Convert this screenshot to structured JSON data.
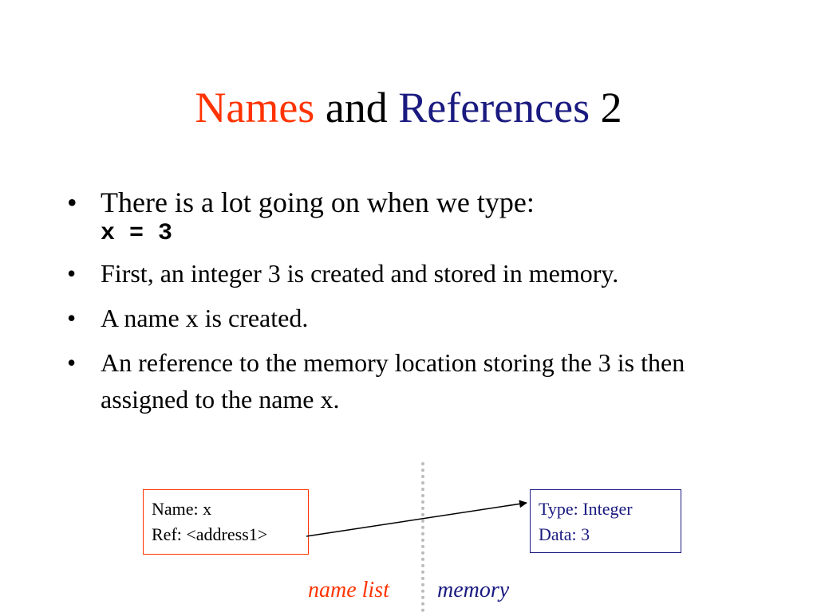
{
  "slide": {
    "title": {
      "part1": "Names",
      "part2": " and ",
      "part3": "References",
      "part4": " 2"
    },
    "bullet_glyph": "•",
    "bullets": [
      {
        "text": "There is a lot going on when we type:",
        "code": "x = 3"
      },
      {
        "text": "First, an integer 3 is created and stored in memory."
      },
      {
        "text": "A name x is created."
      },
      {
        "text": "An reference to the memory location storing the 3 is then assigned to the name x."
      }
    ]
  },
  "diagram": {
    "name_box": {
      "line1": "Name: x",
      "line2": "Ref: <address1>"
    },
    "memory_box": {
      "line1": "Type: Integer",
      "line2": "Data: 3"
    },
    "labels": {
      "name_list": "name list",
      "memory": "memory"
    },
    "colors": {
      "name_color": "#ff3300",
      "memory_color": "#1a1a80",
      "divider": "#bbbbbb"
    }
  }
}
